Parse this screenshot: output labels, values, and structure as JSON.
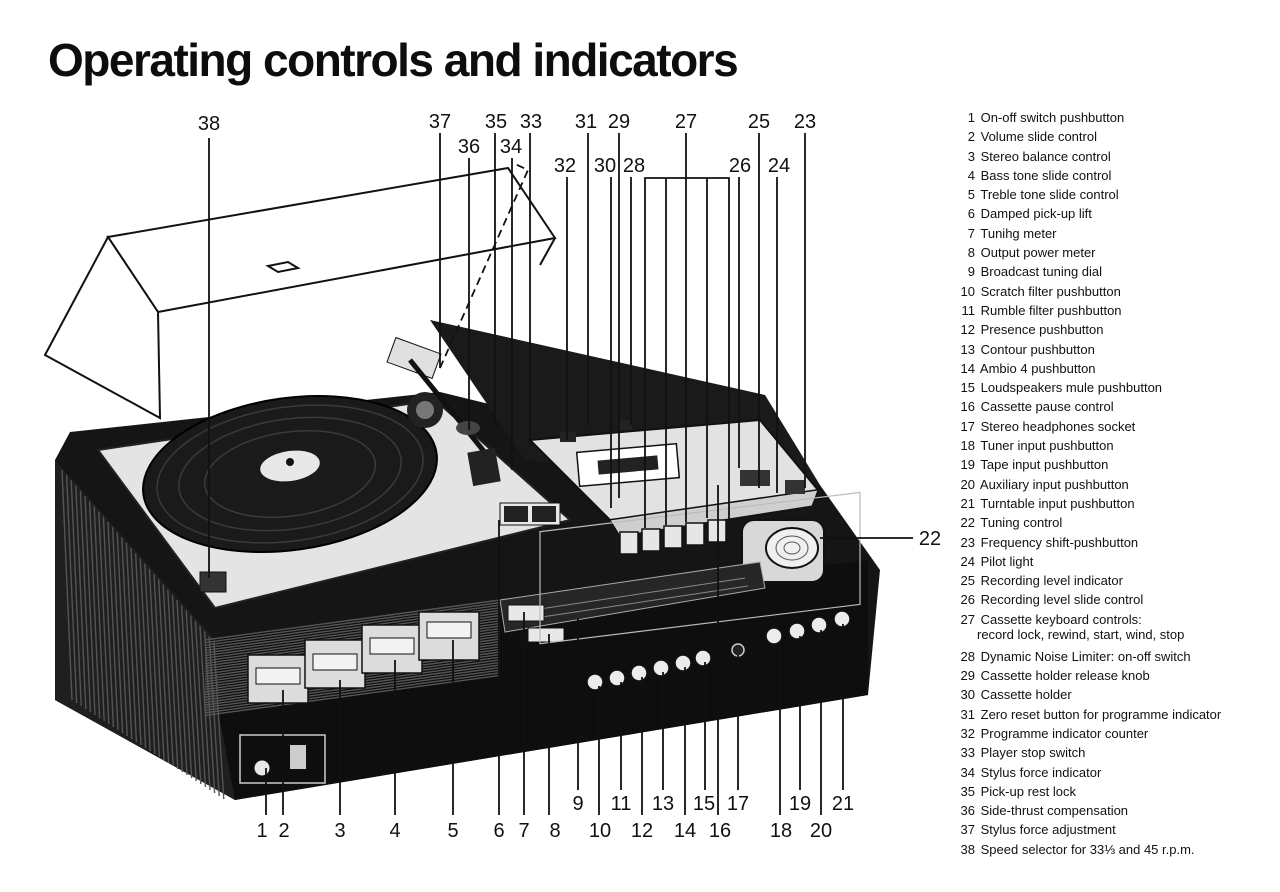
{
  "title": "Operating controls and indicators",
  "callout_numbers": [
    "1",
    "2",
    "3",
    "4",
    "5",
    "6",
    "7",
    "8",
    "9",
    "10",
    "11",
    "12",
    "13",
    "14",
    "15",
    "16",
    "17",
    "18",
    "19",
    "20",
    "21",
    "22",
    "23",
    "24",
    "25",
    "26",
    "27",
    "28",
    "29",
    "30",
    "31",
    "32",
    "33",
    "34",
    "35",
    "36",
    "37",
    "38"
  ],
  "legend": [
    {
      "number": "1",
      "text": "On-off switch pushbutton"
    },
    {
      "number": "2",
      "text": "Volume slide control"
    },
    {
      "number": "3",
      "text": "Stereo balance control"
    },
    {
      "number": "4",
      "text": "Bass tone slide control"
    },
    {
      "number": "5",
      "text": "Treble tone slide control"
    },
    {
      "number": "6",
      "text": "Damped pick-up lift"
    },
    {
      "number": "7",
      "text": "Tunihg meter"
    },
    {
      "number": "8",
      "text": "Output power meter"
    },
    {
      "number": "9",
      "text": "Broadcast tuning dial"
    },
    {
      "number": "10",
      "text": "Scratch filter pushbutton"
    },
    {
      "number": "11",
      "text": "Rumble filter pushbutton"
    },
    {
      "number": "12",
      "text": "Presence pushbutton"
    },
    {
      "number": "13",
      "text": "Contour pushbutton"
    },
    {
      "number": "14",
      "text": "Ambio 4 pushbutton"
    },
    {
      "number": "15",
      "text": "Loudspeakers mule pushbutton"
    },
    {
      "number": "16",
      "text": "Cassette pause control"
    },
    {
      "number": "17",
      "text": "Stereo headphones socket"
    },
    {
      "number": "18",
      "text": "Tuner input pushbutton"
    },
    {
      "number": "19",
      "text": "Tape input pushbutton"
    },
    {
      "number": "20",
      "text": "Auxiliary input pushbutton"
    },
    {
      "number": "21",
      "text": "Turntable input pushbutton"
    },
    {
      "number": "22",
      "text": "Tuning control"
    },
    {
      "number": "23",
      "text": "Frequency shift-pushbutton"
    },
    {
      "number": "24",
      "text": "Pilot light"
    },
    {
      "number": "25",
      "text": "Recording level indicator"
    },
    {
      "number": "26",
      "text": "Recording level slide control"
    },
    {
      "number": "27",
      "text": "Cassette keyboard controls:",
      "continuation": "record lock, rewind, start, wind, stop"
    },
    {
      "number": "28",
      "text": "Dynamic Noise Limiter: on-off switch"
    },
    {
      "number": "29",
      "text": "Cassette holder release knob"
    },
    {
      "number": "30",
      "text": "Cassette holder"
    },
    {
      "number": "31",
      "text": "Zero reset button for programme indicator"
    },
    {
      "number": "32",
      "text": "Programme indicator counter"
    },
    {
      "number": "33",
      "text": "Player stop switch"
    },
    {
      "number": "34",
      "text": "Stylus force indicator"
    },
    {
      "number": "35",
      "text": "Pick-up rest lock"
    },
    {
      "number": "36",
      "text": "Side-thrust compensation"
    },
    {
      "number": "37",
      "text": "Stylus force adjustment"
    },
    {
      "number": "38",
      "text": "Speed selector for 33⅓ and 45 r.p.m."
    }
  ]
}
